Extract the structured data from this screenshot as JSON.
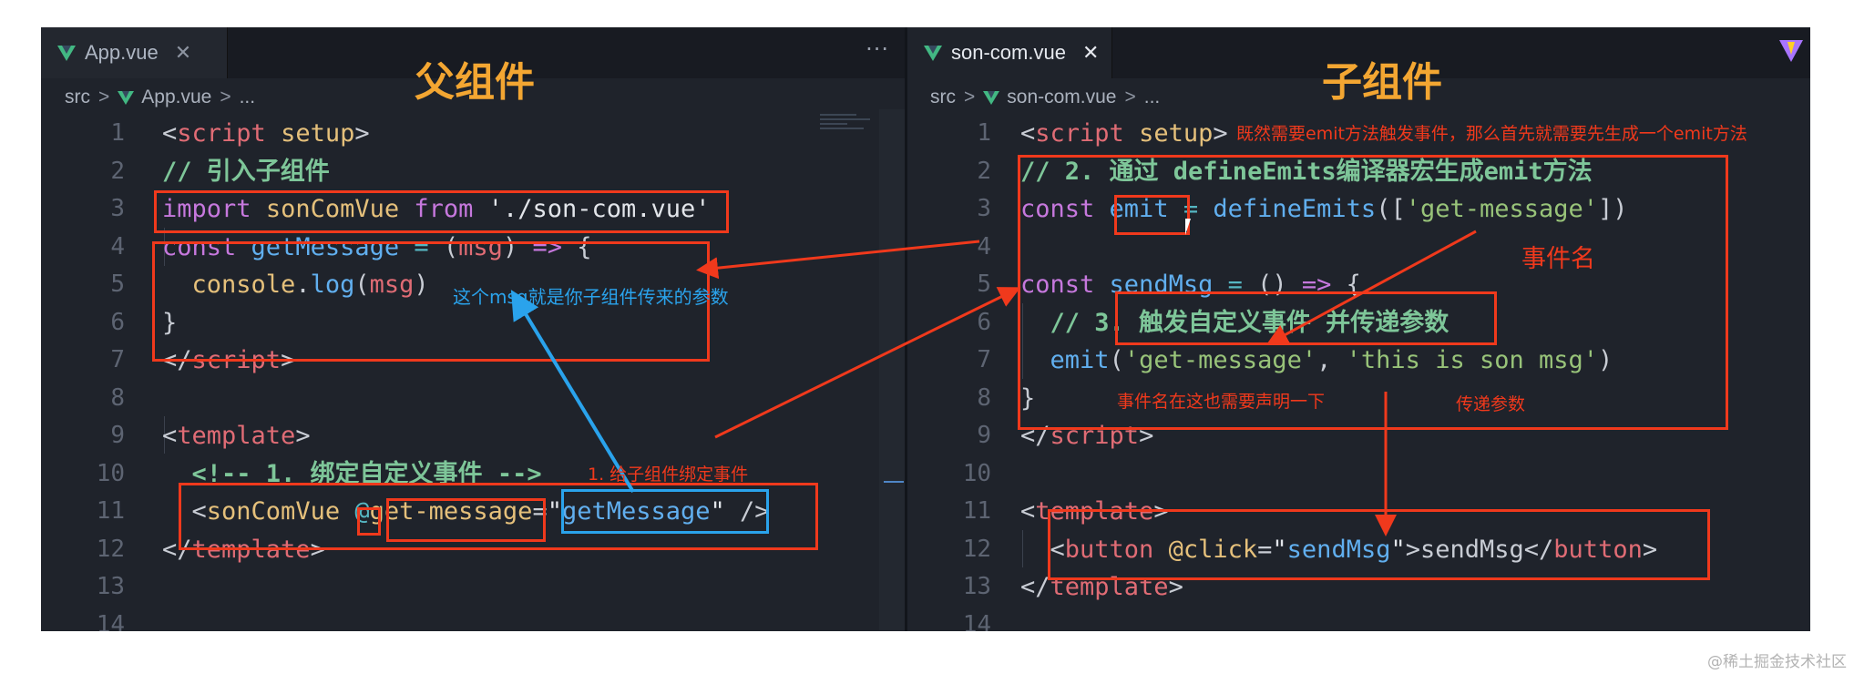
{
  "left_editor": {
    "tab_label": "App.vue",
    "tab_close": "✕",
    "more": "···",
    "breadcrumb": [
      "src",
      "App.vue",
      "..."
    ],
    "pane_title": "父组件",
    "lines": [
      {
        "n": "1",
        "tokens": [
          [
            "t-punc",
            "<"
          ],
          [
            "t-tag",
            "script"
          ],
          [
            "t-punc",
            " "
          ],
          [
            "t-id",
            "setup"
          ],
          [
            "t-punc",
            ">"
          ]
        ]
      },
      {
        "n": "2",
        "tokens": [
          [
            "t-cmt",
            "// 引入子组件"
          ]
        ]
      },
      {
        "n": "3",
        "tokens": [
          [
            "t-key",
            "import"
          ],
          [
            "t-punc",
            " "
          ],
          [
            "t-id",
            "sonComVue"
          ],
          [
            "t-punc",
            " "
          ],
          [
            "t-key",
            "from"
          ],
          [
            "t-punc",
            " "
          ],
          [
            "t-str2",
            "'./son-com.vue'"
          ]
        ]
      },
      {
        "n": "4",
        "tokens": [
          [
            "t-key",
            "const"
          ],
          [
            "t-punc",
            " "
          ],
          [
            "t-fn",
            "getMessage"
          ],
          [
            "t-punc",
            " "
          ],
          [
            "t-op",
            "="
          ],
          [
            "t-punc",
            " ("
          ],
          [
            "t-tag",
            "msg"
          ],
          [
            "t-punc",
            ") "
          ],
          [
            "t-key",
            "=>"
          ],
          [
            "t-punc",
            " {"
          ]
        ]
      },
      {
        "n": "5",
        "tokens": [
          [
            "t-punc",
            "  "
          ],
          [
            "t-id",
            "console"
          ],
          [
            "t-punc",
            "."
          ],
          [
            "t-fn",
            "log"
          ],
          [
            "t-punc",
            "("
          ],
          [
            "t-tag",
            "msg"
          ],
          [
            "t-punc",
            ")"
          ]
        ]
      },
      {
        "n": "6",
        "tokens": [
          [
            "t-punc",
            "}"
          ]
        ]
      },
      {
        "n": "7",
        "tokens": [
          [
            "t-punc",
            "</"
          ],
          [
            "t-tag",
            "script"
          ],
          [
            "t-punc",
            ">"
          ]
        ]
      },
      {
        "n": "8",
        "tokens": []
      },
      {
        "n": "9",
        "tokens": [
          [
            "t-punc",
            "<"
          ],
          [
            "t-tag",
            "template"
          ],
          [
            "t-punc",
            ">"
          ]
        ]
      },
      {
        "n": "10",
        "tokens": [
          [
            "t-punc",
            "  "
          ],
          [
            "t-cmt",
            "<!-- 1. 绑定自定义事件 -->"
          ]
        ]
      },
      {
        "n": "11",
        "tokens": [
          [
            "t-punc",
            "  <"
          ],
          [
            "t-id",
            "sonComVue"
          ],
          [
            "t-punc",
            " "
          ],
          [
            "t-op",
            "@"
          ],
          [
            "t-id",
            "get-message"
          ],
          [
            "t-punc",
            "="
          ],
          [
            "t-str2",
            "\""
          ],
          [
            "t-fn",
            "getMessage"
          ],
          [
            "t-str2",
            "\""
          ],
          [
            "t-punc",
            " />"
          ]
        ]
      },
      {
        "n": "12",
        "tokens": [
          [
            "t-punc",
            "</"
          ],
          [
            "t-tag",
            "template"
          ],
          [
            "t-punc",
            ">"
          ]
        ]
      },
      {
        "n": "13",
        "tokens": []
      },
      {
        "n": "14",
        "tokens": []
      }
    ]
  },
  "right_editor": {
    "tab_label": "son-com.vue",
    "tab_close": "✕",
    "breadcrumb": [
      "src",
      "son-com.vue",
      "..."
    ],
    "pane_title": "子组件",
    "lines": [
      {
        "n": "1",
        "tokens": [
          [
            "t-punc",
            "<"
          ],
          [
            "t-tag",
            "script"
          ],
          [
            "t-punc",
            " "
          ],
          [
            "t-id",
            "setup"
          ],
          [
            "t-punc",
            ">"
          ]
        ]
      },
      {
        "n": "2",
        "tokens": [
          [
            "t-cmt",
            "// 2. 通过 defineEmits编译器宏生成emit方法"
          ]
        ]
      },
      {
        "n": "3",
        "tokens": [
          [
            "t-key",
            "const"
          ],
          [
            "t-punc",
            " "
          ],
          [
            "t-fn",
            "emit"
          ],
          [
            "t-punc",
            " "
          ],
          [
            "t-op",
            "="
          ],
          [
            "t-punc",
            " "
          ],
          [
            "t-fn",
            "defineEmits"
          ],
          [
            "t-punc",
            "(["
          ],
          [
            "t-str",
            "'get-message'"
          ],
          [
            "t-punc",
            "])"
          ]
        ]
      },
      {
        "n": "4",
        "tokens": []
      },
      {
        "n": "5",
        "tokens": [
          [
            "t-key",
            "const"
          ],
          [
            "t-punc",
            " "
          ],
          [
            "t-fn",
            "sendMsg"
          ],
          [
            "t-punc",
            " "
          ],
          [
            "t-op",
            "="
          ],
          [
            "t-punc",
            " () "
          ],
          [
            "t-key",
            "=>"
          ],
          [
            "t-punc",
            " {"
          ]
        ]
      },
      {
        "n": "6",
        "tokens": [
          [
            "t-punc",
            "  "
          ],
          [
            "t-cmt",
            "// 3. 触发自定义事件 并传递参数"
          ]
        ]
      },
      {
        "n": "7",
        "tokens": [
          [
            "t-punc",
            "  "
          ],
          [
            "t-fn",
            "emit"
          ],
          [
            "t-punc",
            "("
          ],
          [
            "t-str",
            "'get-message'"
          ],
          [
            "t-punc",
            ", "
          ],
          [
            "t-str",
            "'this is son msg'"
          ],
          [
            "t-punc",
            ")"
          ]
        ]
      },
      {
        "n": "8",
        "tokens": [
          [
            "t-punc",
            "}"
          ]
        ]
      },
      {
        "n": "9",
        "tokens": [
          [
            "t-punc",
            "</"
          ],
          [
            "t-tag",
            "script"
          ],
          [
            "t-punc",
            ">"
          ]
        ]
      },
      {
        "n": "10",
        "tokens": []
      },
      {
        "n": "11",
        "tokens": [
          [
            "t-punc",
            "<"
          ],
          [
            "t-tag",
            "template"
          ],
          [
            "t-punc",
            ">"
          ]
        ]
      },
      {
        "n": "12",
        "tokens": [
          [
            "t-punc",
            "  <"
          ],
          [
            "t-tag",
            "button"
          ],
          [
            "t-punc",
            " "
          ],
          [
            "t-id",
            "@click"
          ],
          [
            "t-punc",
            "="
          ],
          [
            "t-str2",
            "\""
          ],
          [
            "t-fn",
            "sendMsg"
          ],
          [
            "t-str2",
            "\""
          ],
          [
            "t-punc",
            ">sendMsg</"
          ],
          [
            "t-tag",
            "button"
          ],
          [
            "t-punc",
            ">"
          ]
        ]
      },
      {
        "n": "13",
        "tokens": [
          [
            "t-punc",
            "</"
          ],
          [
            "t-tag",
            "template"
          ],
          [
            "t-punc",
            ">"
          ]
        ]
      },
      {
        "n": "14",
        "tokens": []
      }
    ]
  },
  "annotations": {
    "msg_param_note": "这个msg就是你子组件传来的参数",
    "bind_event_note": "1. 给子组件绑定事件",
    "emit_method_note": "既然需要emit方法触发事件，那么首先就需要先生成一个emit方法",
    "event_name_note": "事件名",
    "declare_note": "事件名在这也需要声明一下",
    "pass_param_note": "传递参数"
  },
  "watermark": "@稀土掘金技术社区",
  "colors": {
    "editor_bg": "#1f232b",
    "annotation_red": "#f0391c",
    "annotation_blue": "#2aa3ec",
    "title_orange": "#f3a632"
  },
  "icons": [
    "vue-file-icon",
    "close-icon",
    "more-icon",
    "vite-icon",
    "chevron-right-icon"
  ]
}
